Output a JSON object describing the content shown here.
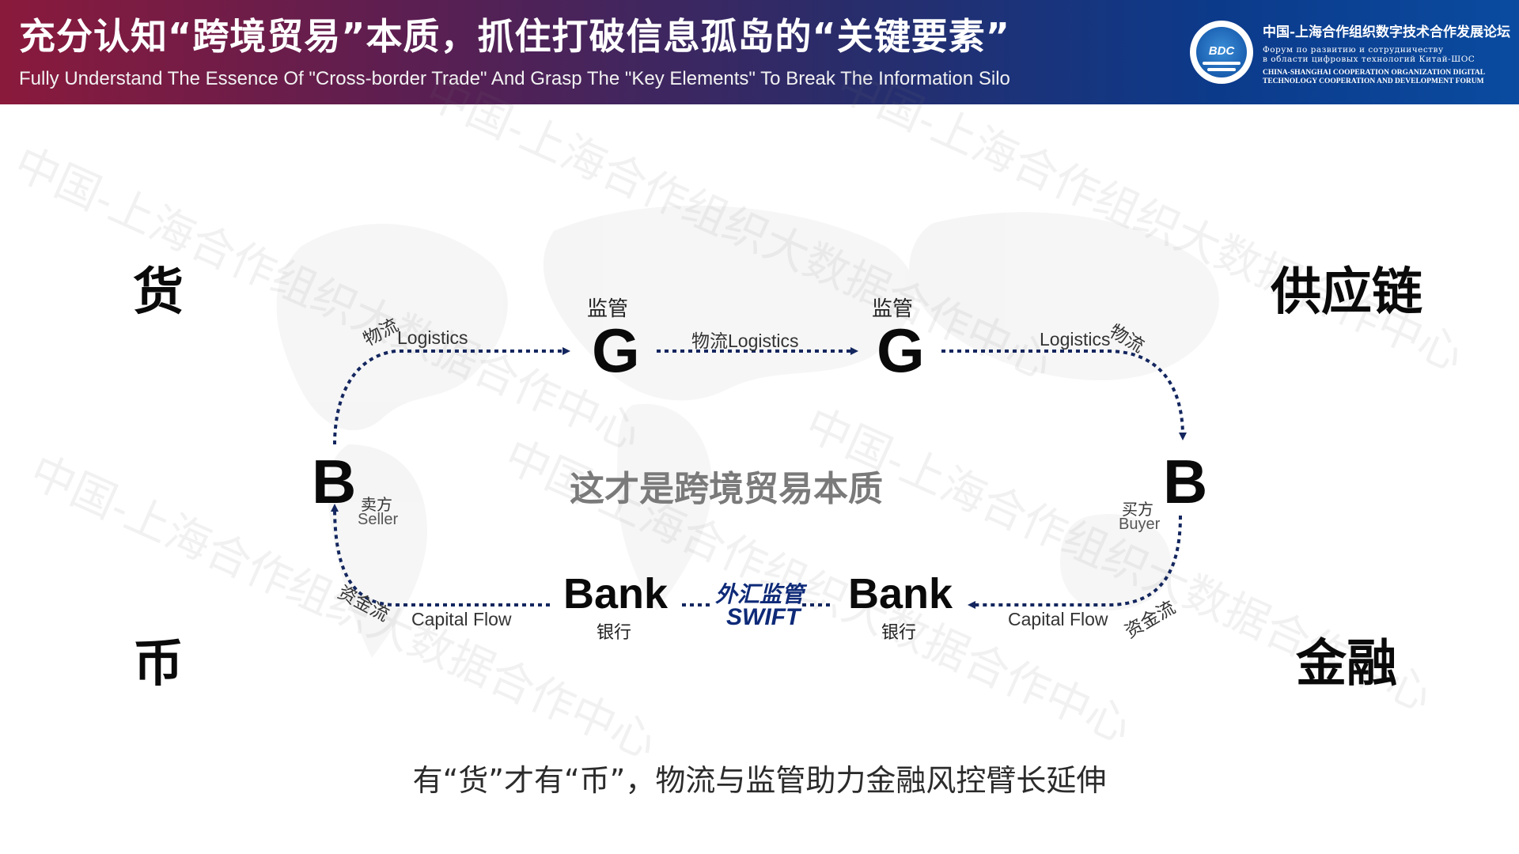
{
  "header": {
    "title": "充分认知“跨境贸易”本质，抓住打破信息孤岛的“关键要素”",
    "subtitle": "Fully Understand The Essence Of \"Cross-border Trade\" And Grasp The \"Key Elements\" To Break The Information Silo",
    "logo": {
      "emblem_text": "BDC",
      "cn": "中国-上海合作组织数字技术合作发展论坛",
      "ru_line1": "Форум по развитию и сотрудничеству",
      "ru_line2": "в области цифровых технологий Китай-ШОС",
      "en_line1": "CHINA-SHANGHAI COOPERATION ORGANIZATION DIGITAL",
      "en_line2": "TECHNOLOGY COOPERATION AND DEVELOPMENT FORUM"
    }
  },
  "corners": {
    "top_left": "货",
    "top_right": "供应链",
    "bottom_left": "币",
    "bottom_right": "金融"
  },
  "nodes": {
    "seller": {
      "letter": "B",
      "role_cn": "卖方",
      "role_en": "Seller"
    },
    "buyer": {
      "letter": "B",
      "role_cn": "买方",
      "role_en": "Buyer"
    },
    "gov_left": {
      "letter": "G",
      "label": "监管"
    },
    "gov_right": {
      "letter": "G",
      "label": "监管"
    },
    "bank_left": {
      "word": "Bank",
      "label": "银行"
    },
    "bank_right": {
      "word": "Bank",
      "label": "银行"
    }
  },
  "flows": {
    "logistics_left_cn": "物流",
    "logistics_left_en": "Logistics",
    "logistics_mid_cn": "物流",
    "logistics_mid_en": "Logistics",
    "logistics_right_en": "Logistics",
    "logistics_right_cn": "物流",
    "capital_left_cn": "资金流",
    "capital_left_en": "Capital Flow",
    "capital_right_en": "Capital Flow",
    "capital_right_cn": "资金流",
    "swift_cn": "外汇监管",
    "swift_en": "SWIFT"
  },
  "center_text": "这才是跨境贸易本质",
  "caption": "有“货”才有“币”，物流与监管助力金融风控臂长延伸",
  "watermark": "中国-上海合作组织大数据合作中心",
  "colors": {
    "arrow": "#13265e",
    "header_left": "#8a1a3c",
    "header_right": "#0a4ba0"
  }
}
